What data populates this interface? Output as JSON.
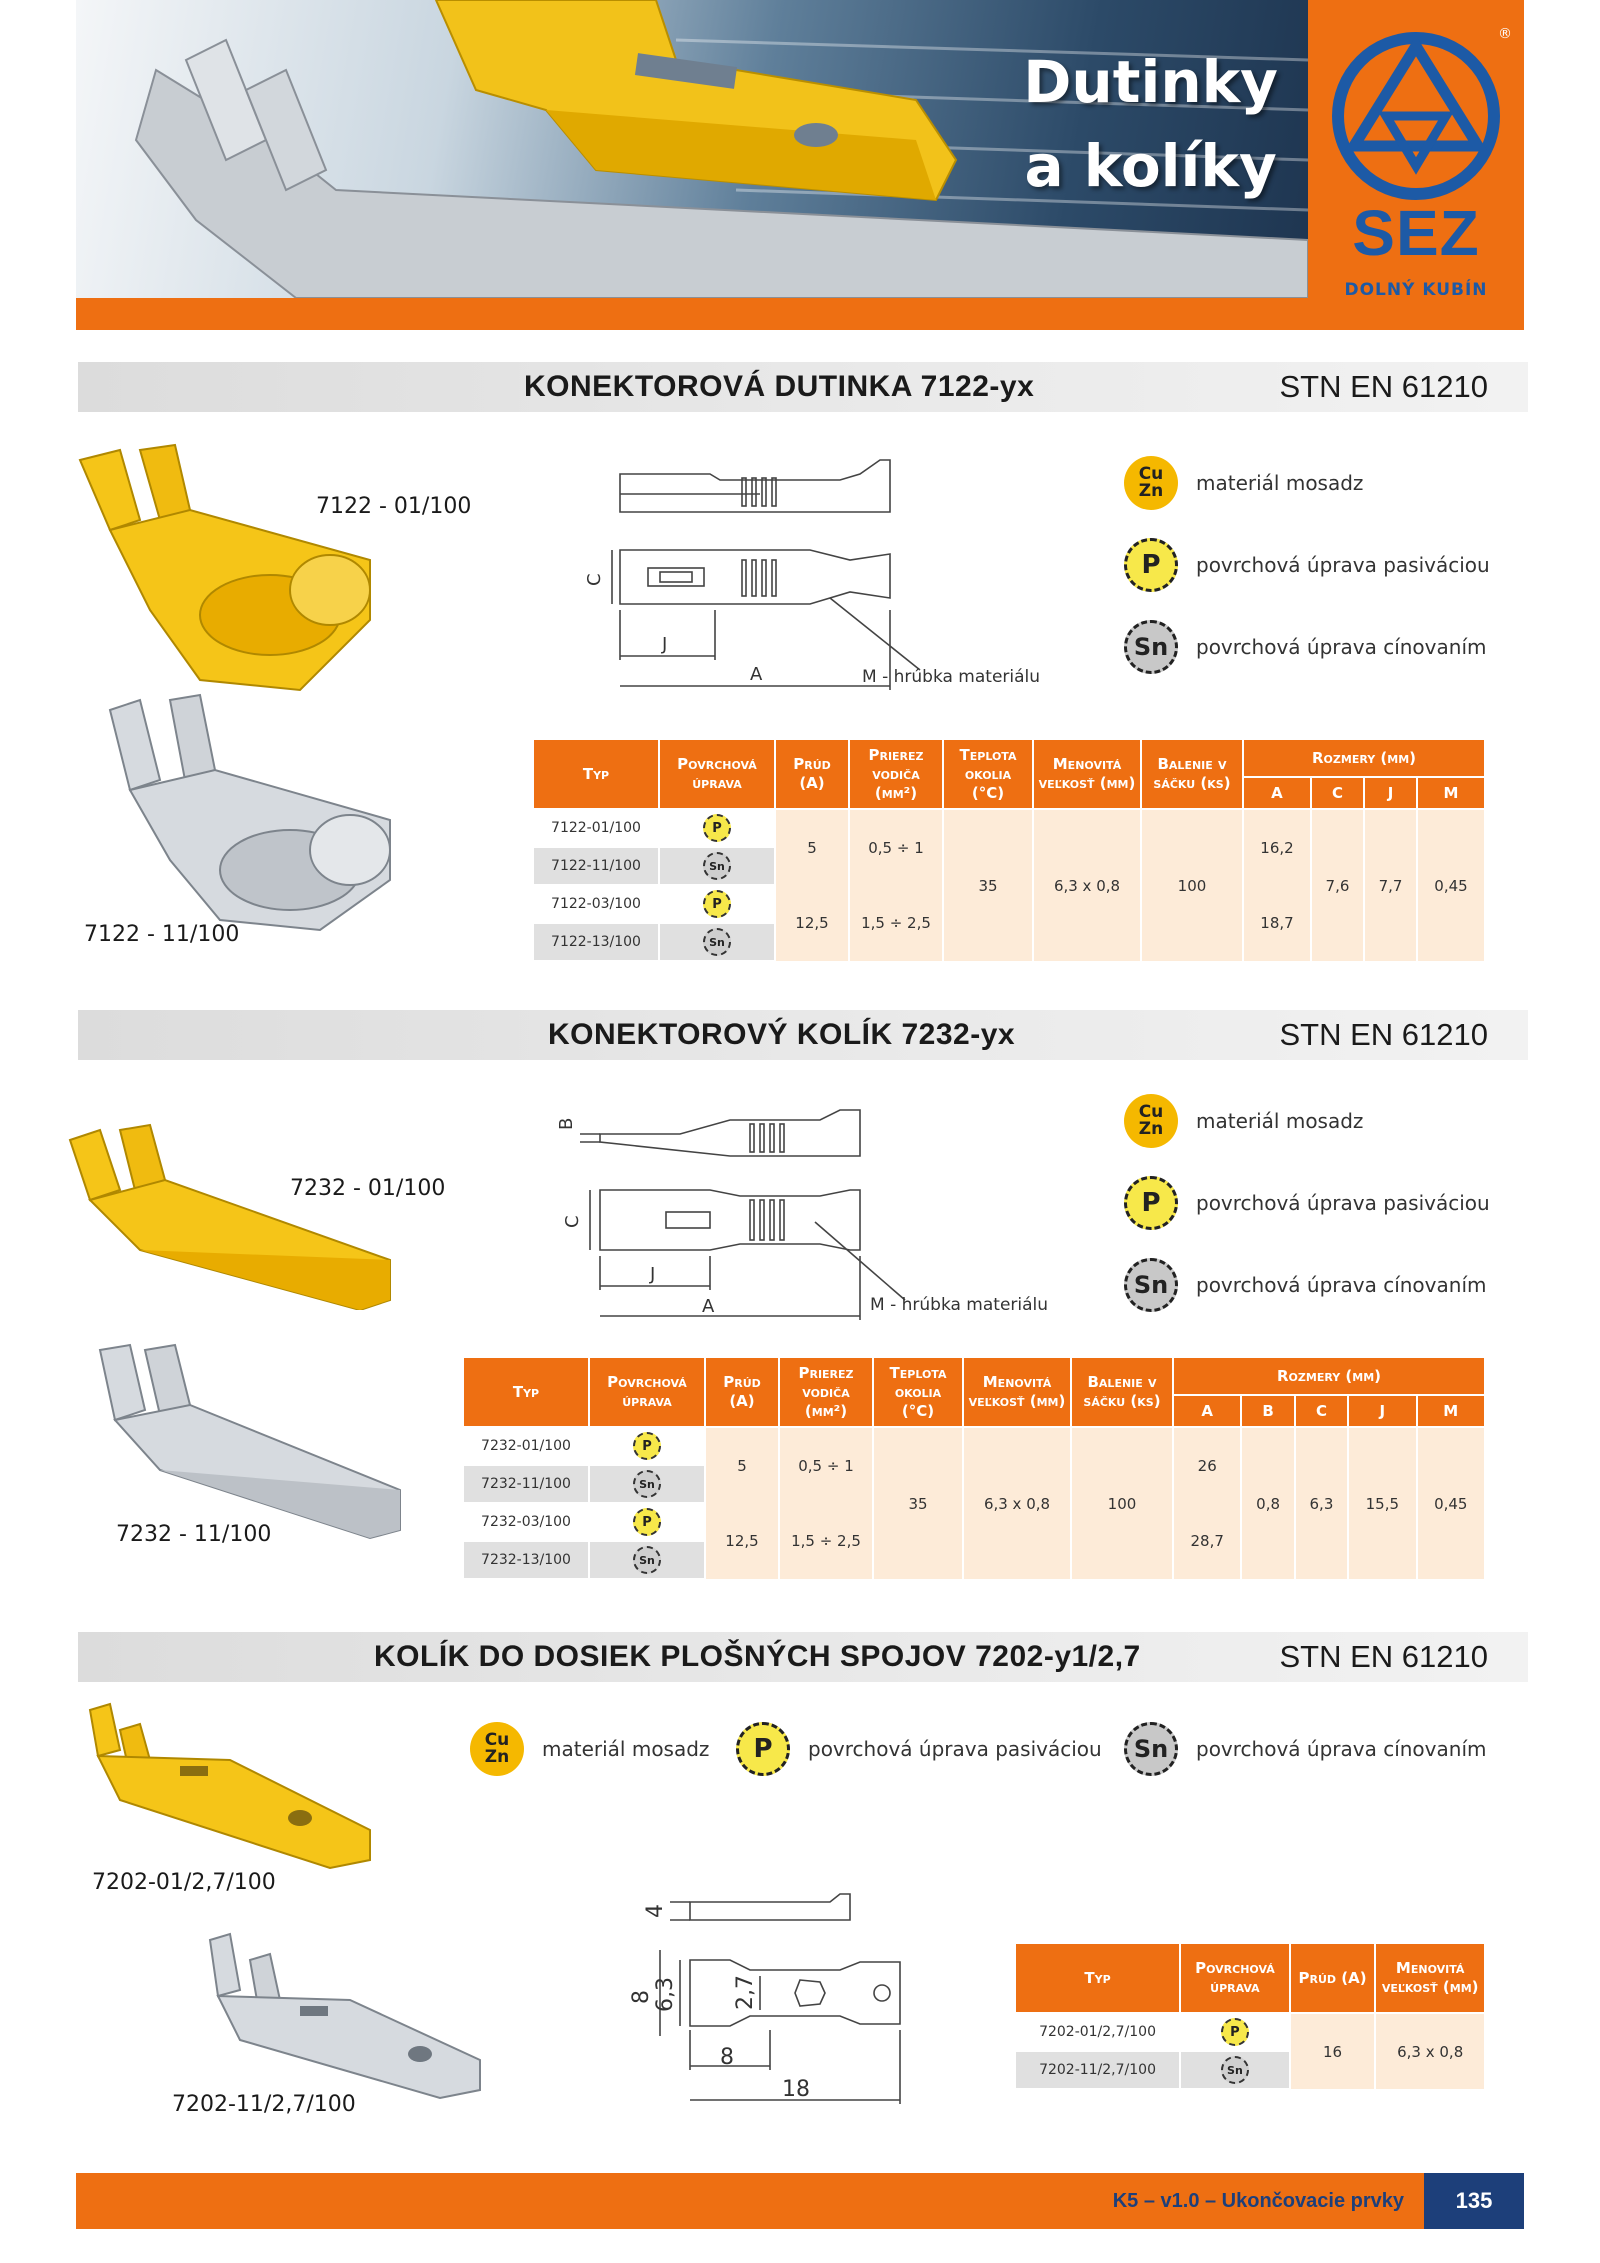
{
  "header": {
    "title_line1": "Dutinky",
    "title_line2": "a kolíky",
    "logo_text": "SEZ",
    "logo_subtitle": "DOLNÝ KUBÍN",
    "registered": "®"
  },
  "legend": {
    "cuzn_top": "Cu",
    "cuzn_bottom": "Zn",
    "p": "P",
    "sn": "Sn",
    "material": "materiál mosadz",
    "passivation": "povrchová úprava pasiváciou",
    "tinning": "povrchová úprava cínovaním"
  },
  "section1": {
    "title": "KONEKTOROVÁ DUTINKA 7122-yx",
    "standard": "STN EN 61210",
    "photo_label_1": "7122 - 01/100",
    "photo_label_2": "7122 - 11/100",
    "dim_c": "C",
    "dim_j": "J",
    "dim_a": "A",
    "dim_m": "M - hrúbka materiálu",
    "table": {
      "h_typ": "Typ",
      "h_povrch": "Povrchová úprava",
      "h_prud": "Prúd (A)",
      "h_prierez": "Prierez vodiča (mm²)",
      "h_teplota": "Teplota okolia (°C)",
      "h_menovita": "Menovitá veľkosť (mm)",
      "h_balenie": "Balenie v sáčku (ks)",
      "h_rozmery": "Rozmery (mm)",
      "h_a": "A",
      "h_c": "C",
      "h_j": "J",
      "h_m": "M",
      "rows": [
        {
          "typ": "7122-01/100",
          "surf": "P"
        },
        {
          "typ": "7122-11/100",
          "surf": "Sn"
        },
        {
          "typ": "7122-03/100",
          "surf": "P"
        },
        {
          "typ": "7122-13/100",
          "surf": "Sn"
        }
      ],
      "prud_1": "5",
      "prierez_1": "0,5 ÷ 1",
      "prud_2": "12,5",
      "prierez_2": "1,5 ÷ 2,5",
      "teplota": "35",
      "menovita": "6,3 x 0,8",
      "balenie": "100",
      "a_1": "16,2",
      "a_2": "18,7",
      "c": "7,6",
      "j": "7,7",
      "m": "0,45"
    }
  },
  "section2": {
    "title": "KONEKTOROVÝ KOLÍK 7232-yx",
    "standard": "STN EN 61210",
    "photo_label_1": "7232 - 01/100",
    "photo_label_2": "7232 - 11/100",
    "dim_b": "B",
    "dim_c": "C",
    "dim_j": "J",
    "dim_a": "A",
    "dim_m": "M - hrúbka materiálu",
    "table": {
      "h_typ": "Typ",
      "h_povrch": "Povrchová úprava",
      "h_prud": "Prúd (A)",
      "h_prierez": "Prierez vodiča (mm²)",
      "h_teplota": "Teplota okolia (°C)",
      "h_menovita": "Menovitá veľkosť (mm)",
      "h_balenie": "Balenie v sáčku (ks)",
      "h_rozmery": "Rozmery (mm)",
      "h_a": "A",
      "h_b": "B",
      "h_c": "C",
      "h_j": "J",
      "h_m": "M",
      "rows": [
        {
          "typ": "7232-01/100",
          "surf": "P"
        },
        {
          "typ": "7232-11/100",
          "surf": "Sn"
        },
        {
          "typ": "7232-03/100",
          "surf": "P"
        },
        {
          "typ": "7232-13/100",
          "surf": "Sn"
        }
      ],
      "prud_1": "5",
      "prierez_1": "0,5 ÷ 1",
      "prud_2": "12,5",
      "prierez_2": "1,5 ÷ 2,5",
      "teplota": "35",
      "menovita": "6,3 x 0,8",
      "balenie": "100",
      "a_1": "26",
      "a_2": "28,7",
      "b": "0,8",
      "c": "6,3",
      "j": "15,5",
      "m": "0,45"
    }
  },
  "section3": {
    "title": "KOLÍK DO DOSIEK PLOŠNÝCH SPOJOV 7202-y1/2,7",
    "standard": "STN EN 61210",
    "photo_label_1": "7202-01/2,7/100",
    "photo_label_2": "7202-11/2,7/100",
    "dim_4": "4",
    "dim_8v": "8",
    "dim_63": "6,3",
    "dim_27": "2,7",
    "dim_8h": "8",
    "dim_18": "18",
    "table": {
      "h_typ": "Typ",
      "h_povrch": "Povrchová úprava",
      "h_prud": "Prúd (A)",
      "h_menovita": "Menovitá veľkosť (mm)",
      "rows": [
        {
          "typ": "7202-01/2,7/100",
          "surf": "P"
        },
        {
          "typ": "7202-11/2,7/100",
          "surf": "Sn"
        }
      ],
      "prud": "16",
      "menovita": "6,3 x 0,8"
    }
  },
  "footer": {
    "text": "K5 – v1.0 – Ukončovacie prvky",
    "page": "135"
  }
}
